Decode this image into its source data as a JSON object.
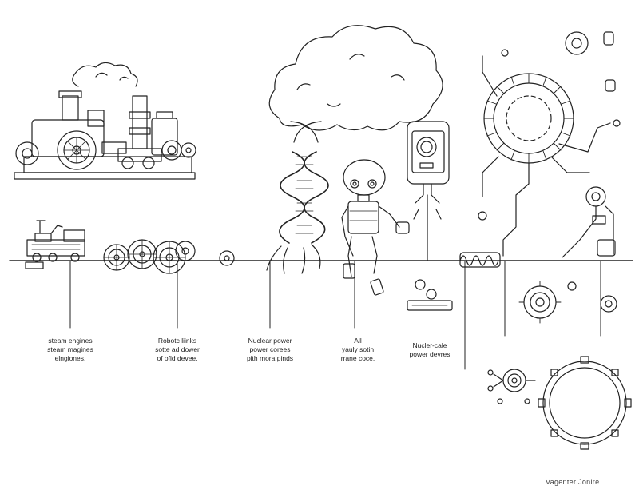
{
  "colors": {
    "ink": "#222222",
    "background": "#ffffff"
  },
  "labels": [
    {
      "lines": [
        "steam engines",
        "steam magines",
        "elngiones."
      ]
    },
    {
      "lines": [
        "Robotc liinks",
        "sotte ad dower",
        "of ofld devee."
      ]
    },
    {
      "lines": [
        "Nuclear power",
        "power corees",
        "pith mora pinds"
      ]
    },
    {
      "lines": [
        "All",
        "yauly sotin",
        "rrane coce."
      ]
    },
    {
      "lines": [
        "Nucler-cale",
        "power devres"
      ]
    }
  ],
  "signature": "Vagenter Jonire",
  "illustrations": [
    {
      "name": "steam-engine",
      "icon": "steam-engine-icon"
    },
    {
      "name": "locomotive",
      "icon": "locomotive-icon"
    },
    {
      "name": "gear-wheels",
      "icon": "gear-wheels-icon"
    },
    {
      "name": "small-wheel",
      "icon": "wheel-icon"
    },
    {
      "name": "mushroom-cloud-dna",
      "icon": "cloud-icon"
    },
    {
      "name": "robot",
      "icon": "robot-icon"
    },
    {
      "name": "smartphone-tower",
      "icon": "phone-icon"
    },
    {
      "name": "coil-spring",
      "icon": "spring-icon"
    },
    {
      "name": "radial-reactor",
      "icon": "reactor-icon"
    },
    {
      "name": "gear-ring",
      "icon": "gear-ring-icon"
    }
  ]
}
